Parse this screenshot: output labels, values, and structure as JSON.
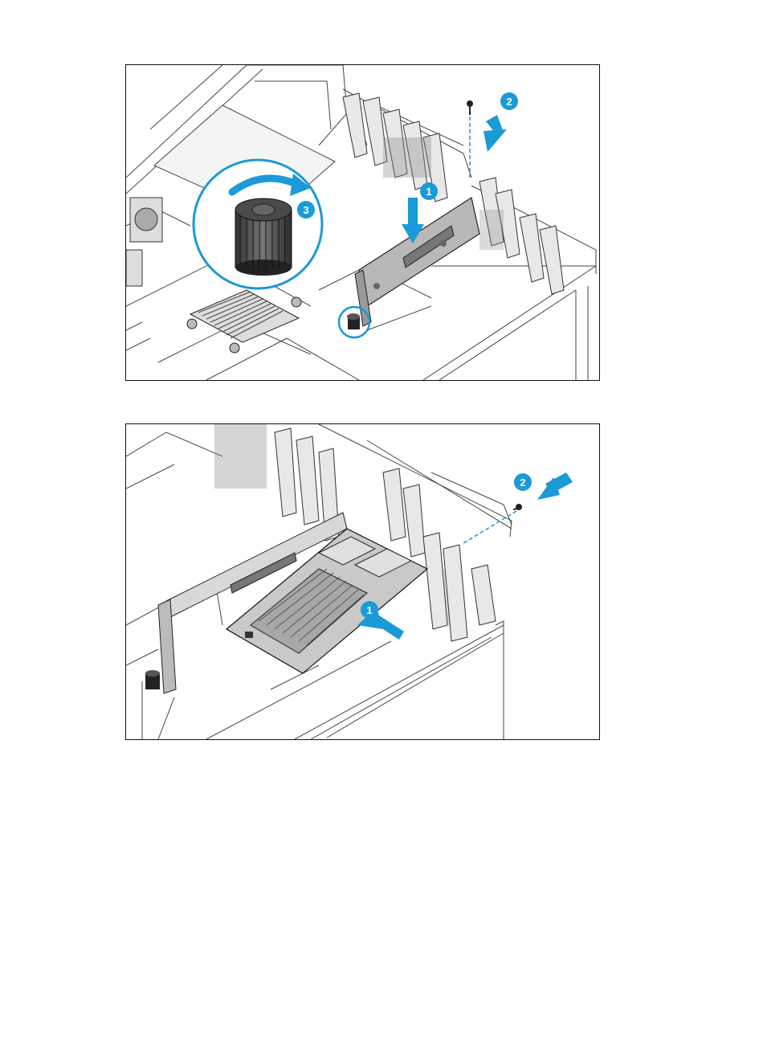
{
  "figures": [
    {
      "id": "figure-1",
      "callouts": [
        "1",
        "2",
        "3"
      ],
      "accent_color": "#1a9ad6"
    },
    {
      "id": "figure-2",
      "callouts": [
        "1",
        "2"
      ],
      "accent_color": "#1a9ad6"
    }
  ]
}
